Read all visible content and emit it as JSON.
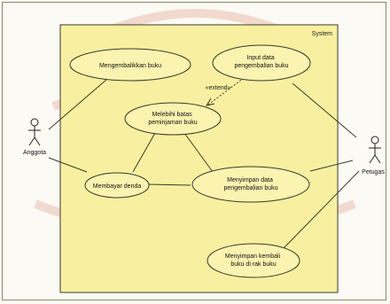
{
  "system": {
    "label": "System"
  },
  "actors": {
    "anggota": {
      "label": "Anggota"
    },
    "petugas": {
      "label": "Petugas"
    }
  },
  "use_cases": {
    "mengembalikan": {
      "lines": [
        "Mengembalikkan buku"
      ]
    },
    "input_data": {
      "lines": [
        "Input data",
        "pengembalian buku"
      ]
    },
    "melebihi": {
      "lines": [
        "Melebihi batas",
        "peminjaman buku"
      ]
    },
    "membayar": {
      "lines": [
        "Membayar denda"
      ]
    },
    "menyimpan_data": {
      "lines": [
        "Menyimpan data",
        "pengembalian buku"
      ]
    },
    "menyimpan_kembali": {
      "lines": [
        "Menyimpan kembali",
        "buku di rak buku"
      ]
    }
  },
  "relations": {
    "extend_label": "«extend»"
  },
  "colors": {
    "system_fill": "#f8f0a0",
    "use_case_fill": "#fbf3b0",
    "stroke": "#3a3a2a",
    "watermark": "#f1d7cf"
  }
}
